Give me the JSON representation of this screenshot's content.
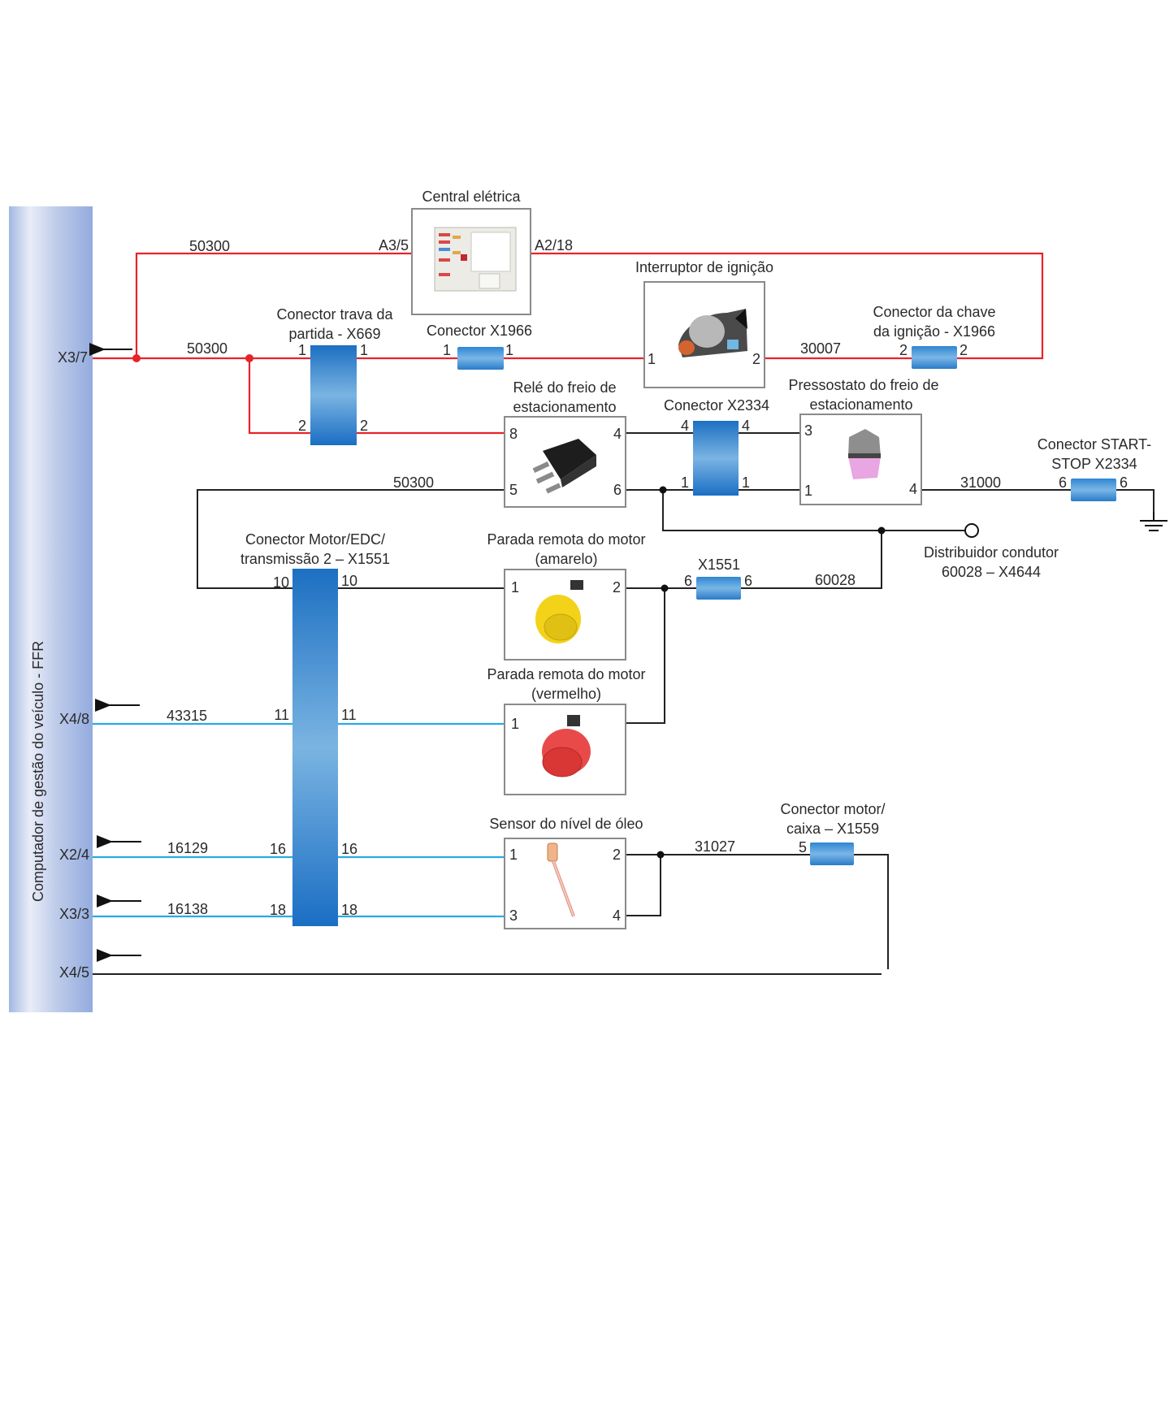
{
  "ecu": {
    "label": "Computador de gestão do veículo - FFR",
    "pins": [
      "X3/7",
      "X4/8",
      "X2/4",
      "X3/3",
      "X4/5"
    ]
  },
  "wires": {
    "w50300_top": "50300",
    "w50300_mid": "50300",
    "w50300_relay": "50300",
    "w30007": "30007",
    "w31000": "31000",
    "w60028": "60028",
    "w43315": "43315",
    "w16129": "16129",
    "w16138": "16138",
    "w31027": "31027"
  },
  "central": {
    "title": "Central elétrica",
    "pin_left": "A3/5",
    "pin_right": "A2/18"
  },
  "x669": {
    "title_l1": "Conector trava da",
    "title_l2": "partida -  X669",
    "pins": [
      "1",
      "1",
      "2",
      "2"
    ]
  },
  "x1966a": {
    "title": "Conector X1966",
    "pins": [
      "1",
      "1"
    ]
  },
  "ignition": {
    "title": "Interruptor de ignição",
    "pins": [
      "1",
      "2"
    ]
  },
  "x1966b": {
    "title_l1": "Conector da chave",
    "title_l2": "da ignição - X1966",
    "pins": [
      "2",
      "2"
    ]
  },
  "relay": {
    "title_l1": "Relé do freio de",
    "title_l2": "estacionamento",
    "pins": [
      "8",
      "4",
      "5",
      "6"
    ]
  },
  "x2334": {
    "title": "Conector X2334",
    "pins": [
      "4",
      "4",
      "1",
      "1"
    ]
  },
  "pressostato": {
    "title_l1": "Pressostato do freio de",
    "title_l2": "estacionamento",
    "pins": [
      "3",
      "1",
      "4"
    ]
  },
  "startstop": {
    "title_l1": "Conector START-",
    "title_l2": "STOP X2334",
    "pins": [
      "6",
      "6"
    ]
  },
  "distribuidor": {
    "title_l1": "Distribuidor condutor",
    "title_l2": "60028 – X4644"
  },
  "x1551": {
    "title_l1": "Conector Motor/EDC/",
    "title_l2": "transmissão 2 – X1551",
    "pins": [
      "10",
      "10",
      "11",
      "11",
      "16",
      "16",
      "18",
      "18"
    ]
  },
  "x1551b": {
    "title": "X1551",
    "pins": [
      "6",
      "6"
    ]
  },
  "yellow_stop": {
    "title_l1": "Parada remota do motor",
    "title_l2": "(amarelo)",
    "pins": [
      "1",
      "2"
    ]
  },
  "red_stop": {
    "title_l1": "Parada remota do motor",
    "title_l2": "(vermelho)",
    "pins": [
      "1"
    ]
  },
  "oil_sensor": {
    "title": "Sensor do nível de óleo",
    "pins": [
      "1",
      "2",
      "3",
      "4"
    ]
  },
  "x1559": {
    "title_l1": "Conector motor/",
    "title_l2": "caixa – X1559",
    "pins": [
      "5"
    ]
  },
  "colors": {
    "power": "#e8232a",
    "signal": "#29abe2",
    "ground": "#222222",
    "connector": "#1f7fd0",
    "ecu": "#a9bde6"
  }
}
